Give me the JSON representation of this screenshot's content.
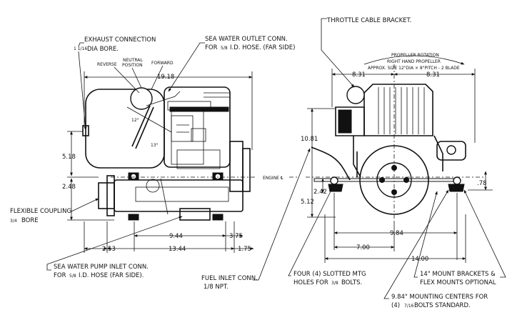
{
  "side_view": {
    "labels": {
      "exhaust_l1": "EXHAUST CONNECTION",
      "exhaust_l2_frac": "1 1/16",
      "exhaust_l2_text": "DIA BORE.",
      "sea_outlet_l1": "SEA WATER OUTLET CONN.",
      "sea_outlet_l2_pre": "FOR",
      "sea_outlet_l2_frac": "5/8",
      "sea_outlet_l2_text": "I.D. HOSE. (FAR SIDE)",
      "reverse": "REVERSE",
      "neutral_l1": "NEUTRAL",
      "neutral_l2": "POSITION",
      "forward": "FORWARD",
      "angle_12": "12°",
      "angle_13": "13°",
      "engine_cl": "ENGINE ℄",
      "flex_l1": "FLEXIBLE COUPLING",
      "flex_l2_frac": "3/4",
      "flex_l2_text": "BORE",
      "pump_l1": "SEA WATER PUMP INLET CONN.",
      "pump_l2_pre": "FOR",
      "pump_l2_frac": "5/8",
      "pump_l2_text": "I.D. HOSE (FAR SIDE)."
    },
    "dims": {
      "overall_length": "19.18",
      "height_above_cl": "5.18",
      "height_below_cl": "2.48",
      "mount_span": "9.44",
      "rear_to_mount": "3.75",
      "front_offset": "2.53",
      "base_length": "13.44",
      "flywheel": "1.75"
    }
  },
  "end_view": {
    "labels": {
      "throttle": "THROTTLE CABLE BRACKET.",
      "prop_rotation": "PROPELLER ROTATION",
      "prop_hand": "RIGHT HAND PROPELLER",
      "prop_size": "APPROX. SIZE 12\"DIA × 8\"PITCH - 2 BLADE",
      "fuel_l1": "FUEL INLET CONN.",
      "fuel_l2": "1/8 NPT.",
      "four_l1": "FOUR (4) SLOTTED MTG",
      "four_l2_pre": "HOLES FOR",
      "four_l2_frac": "3/8",
      "four_l2_text": "BOLTS.",
      "brackets_l1": "14\" MOUNT BRACKETS &",
      "brackets_l2": "FLEX MOUNTS OPTIONAL",
      "centers_l1": "9.84\" MOUNTING CENTERS FOR",
      "centers_l2_pre": "(4)",
      "centers_l2_frac": "7/16",
      "centers_l2_text": "BOLTS STANDARD."
    },
    "dims": {
      "left_half": "8.31",
      "right_half": "8.31",
      "overall_height": "10.81",
      "mount_height": "2.42",
      "below_cl": "5.12",
      "mount_offset": ".78",
      "mount_centers": "9.84",
      "center_to_mount": "7.00",
      "bracket_width": "14.00"
    }
  }
}
